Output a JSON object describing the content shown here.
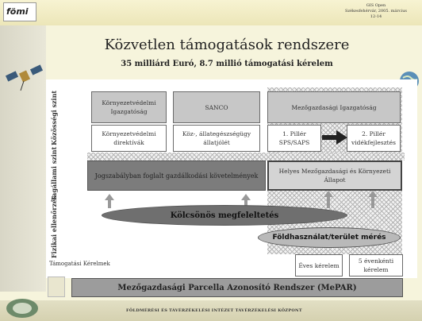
{
  "header": {
    "logo": "fömi",
    "right_lines": [
      "GIS Open",
      "Székesfehérvár, 2005. március",
      "12-14"
    ]
  },
  "title": "Közvetlen támogatások rendszere",
  "subtitle": "35 milliárd Euró, 8.7 millió támogatási kérelem",
  "rows": {
    "kozossegi": "Közösségi szint",
    "tagallami": "Tagállami szint",
    "fizikai": "Fizikai ellenőrzés"
  },
  "boxes": {
    "env_directorate": "Környezetvédelmi Igazgatóság",
    "sanco": "SANCO",
    "agri_directorate": "Mezőgazdasági Igazgatóság",
    "env_directives": "Környezetvédelmi direktívák",
    "public_health": "Köz-, állategészségügy állatjólét",
    "pillar1": "1. Pillér SPS/SAPS",
    "pillar2": "2. Pillér vidékfejlesztés",
    "legal_requirements": "Jogszabályban foglalt gazdálkodási követelmények",
    "gaec": "Helyes Mezőgazdasági és Környezeti Állapot",
    "annual": "Éves kérelem",
    "five_year": "5 évenkénti kérelem",
    "mepar": "Mezőgazdasági Parcella Azonosító Rendszer (MePAR)"
  },
  "ellipses": {
    "cross_compliance": "Kölcsönös megfeleltetés",
    "land_measure": "Földhasználat/terület mérés"
  },
  "labels": {
    "applications": "Támogatási Kérelmek"
  },
  "footer": "FÖLDMÉRÉSI ÉS TÁVÉRZÉKELÉSI INTÉZET TÁVÉRZÉKELÉSI KÖZPONT"
}
